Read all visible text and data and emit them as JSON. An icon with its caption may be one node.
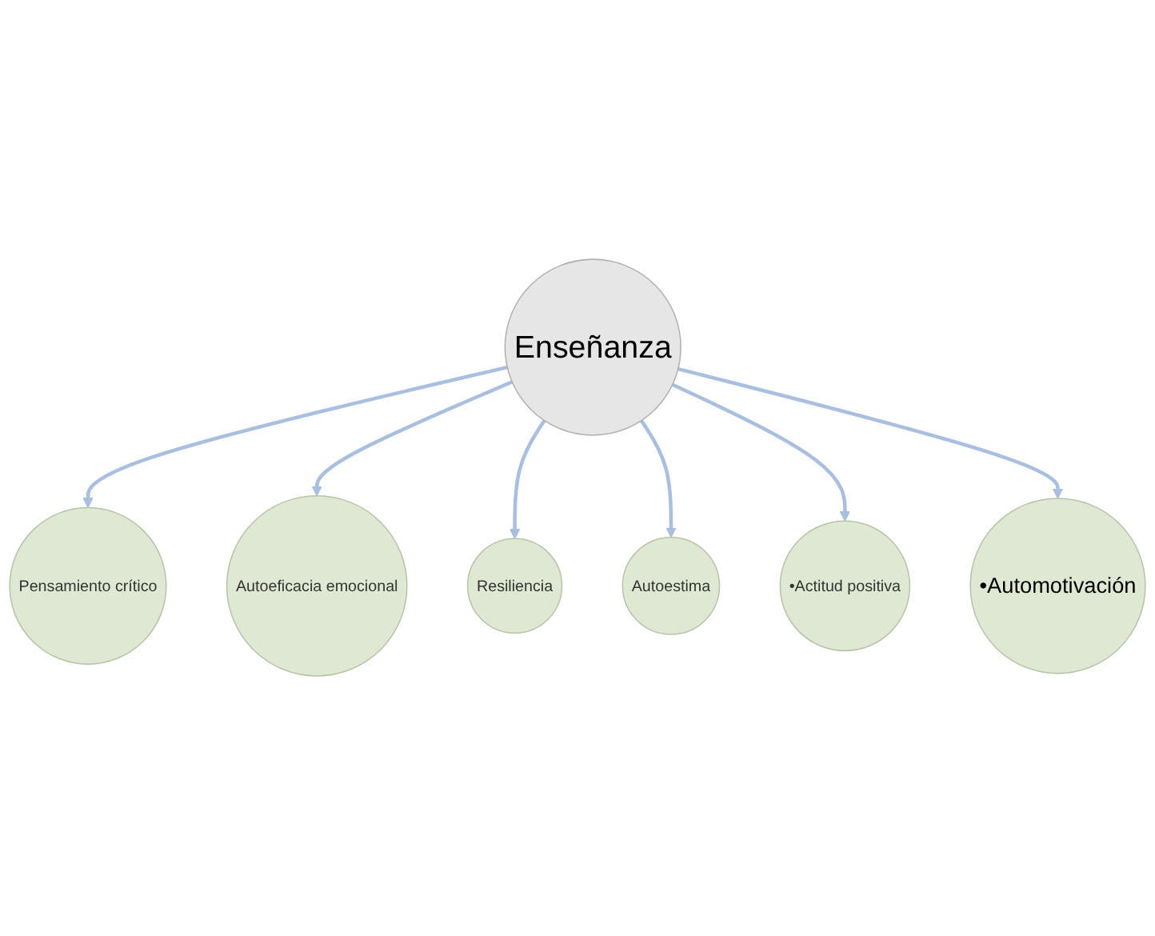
{
  "diagram": {
    "nodes": [
      {
        "text": [
          "Enseñanza"
        ]
      },
      {
        "text": [
          "Pensamiento crítico"
        ]
      },
      {
        "text": [
          "Autoeficacia emocional"
        ]
      },
      {
        "text": [
          "Resiliencia"
        ]
      },
      {
        "text": [
          "Autoestima"
        ]
      },
      {
        "text": [
          "•Actitud positiva"
        ]
      },
      {
        "text": [
          "•Automotivación"
        ]
      }
    ],
    "edges": [
      {
        "from": 0,
        "to": 1,
        "arrow": "to"
      },
      {
        "from": 0,
        "to": 2,
        "arrow": "to"
      },
      {
        "from": 0,
        "to": 3,
        "arrow": "to"
      },
      {
        "from": 0,
        "to": 4,
        "arrow": "to"
      },
      {
        "from": 0,
        "to": 5,
        "arrow": "to"
      },
      {
        "from": 0,
        "to": 6,
        "arrow": "to"
      }
    ]
  }
}
